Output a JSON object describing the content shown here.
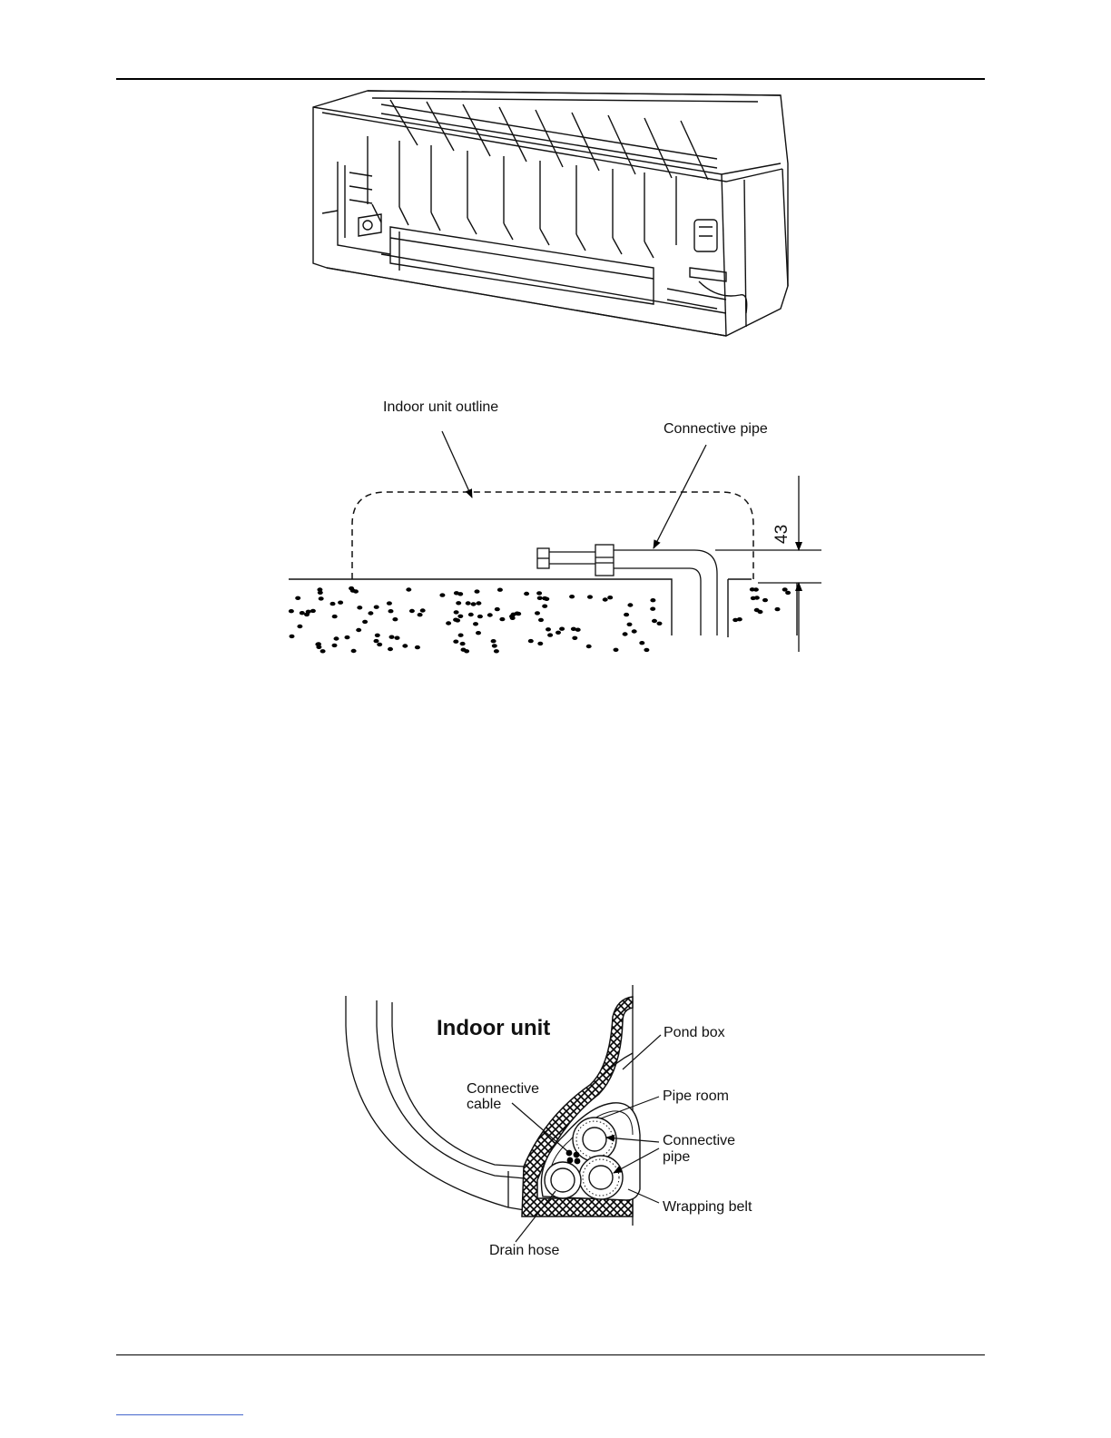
{
  "figure_pipe": {
    "indoor_outline_label": "Indoor unit outline",
    "connective_pipe_label": "Connective pipe",
    "dimension_value": "43"
  },
  "figure_section": {
    "indoor_unit_label": "Indoor unit",
    "pond_box_label": "Pond box",
    "pipe_room_label": "Pipe room",
    "connective_cable_line1": "Connective",
    "connective_cable_line2": "cable",
    "connective_pipe_line1": "Connective",
    "connective_pipe_line2": "pipe",
    "wrapping_belt_label": "Wrapping belt",
    "drain_hose_label": "Drain hose"
  }
}
